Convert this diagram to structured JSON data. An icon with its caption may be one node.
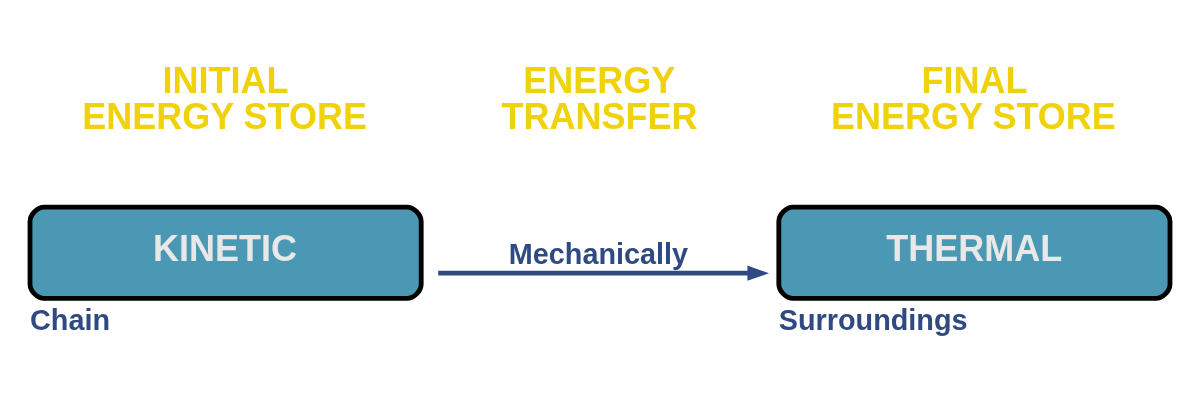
{
  "diagram": {
    "nodes": [
      {
        "text": [
          "KINETIC"
        ],
        "beside": [
          "Chain"
        ]
      },
      {
        "text": [
          "THERMAL"
        ],
        "beside": [
          "Surroundings"
        ]
      }
    ],
    "edges": [
      {
        "from": 0,
        "to": 1,
        "arrow": "to",
        "label": "Mechanically"
      }
    ],
    "labels": [
      "INITIAL ENERGY STORE",
      "ENERGY TRANSFER",
      "FINAL ENERGY STORE"
    ]
  }
}
